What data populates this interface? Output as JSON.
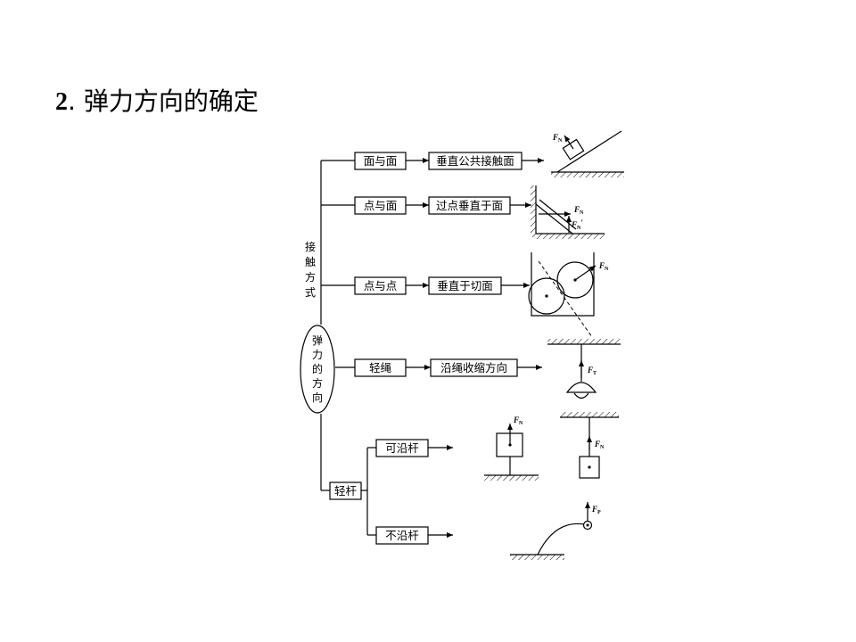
{
  "heading": {
    "number": "2",
    "separator": ".",
    "text": "弹力方向的确定"
  },
  "center": {
    "label": [
      "弹",
      "力",
      "的",
      "方",
      "向"
    ]
  },
  "contact_label": [
    "接",
    "触",
    "方",
    "式"
  ],
  "branches": {
    "surface_surface": {
      "type": "面与面",
      "direction": "垂直公共接触面"
    },
    "point_surface": {
      "type": "点与面",
      "direction": "过点垂直于面"
    },
    "point_point": {
      "type": "点与点",
      "direction": "垂直于切面"
    },
    "rope": {
      "type": "轻绳",
      "direction": "沿绳收缩方向"
    },
    "rod": {
      "type": "轻杆",
      "along": "可沿杆",
      "not_along": "不沿杆"
    }
  },
  "forces": {
    "f": "F",
    "n": "N",
    "t": "T",
    "p": "P",
    "prime": "′"
  }
}
